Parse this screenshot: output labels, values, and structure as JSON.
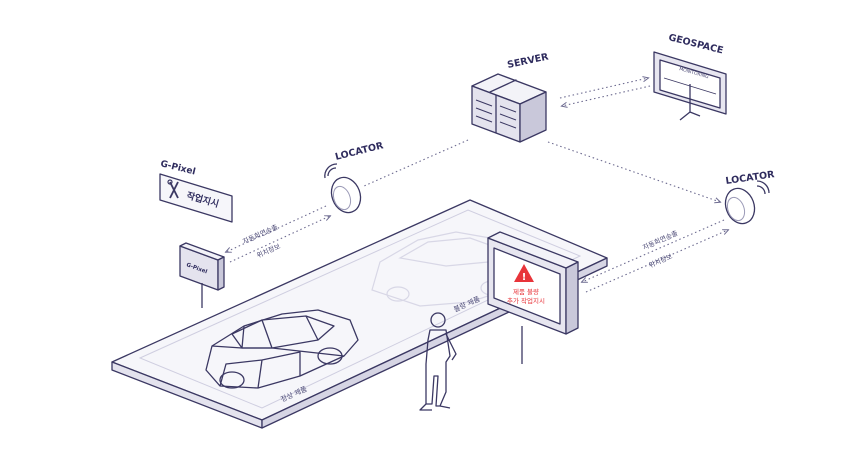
{
  "labels": {
    "server": "SERVER",
    "geospace": "GEOSPACE",
    "monitoring": "MONITORING",
    "locator_left": "LOCATOR",
    "locator_right": "LOCATOR",
    "gpixel": "G-Pixel",
    "gpixel_card": "작업지시",
    "gpixel_device": "G-Pixel",
    "left_link_top": "자동회연송출",
    "left_link_bottom": "위치정보",
    "right_link_top": "자동회연송출",
    "right_link_bottom": "위치정보",
    "alert_line1": "제품 불량",
    "alert_line2": "추가 작업지시",
    "normal_product": "정상 제품",
    "defect_product": "불량 제품"
  },
  "colors": {
    "ink": "#3b3863",
    "label": "#2f2c5e",
    "alert": "#e8343a",
    "panel": "#ecebf4",
    "floor": "#f6f6fa"
  },
  "icons": [
    "wrench-screwdriver-icon",
    "warning-icon",
    "wifi-icon"
  ]
}
